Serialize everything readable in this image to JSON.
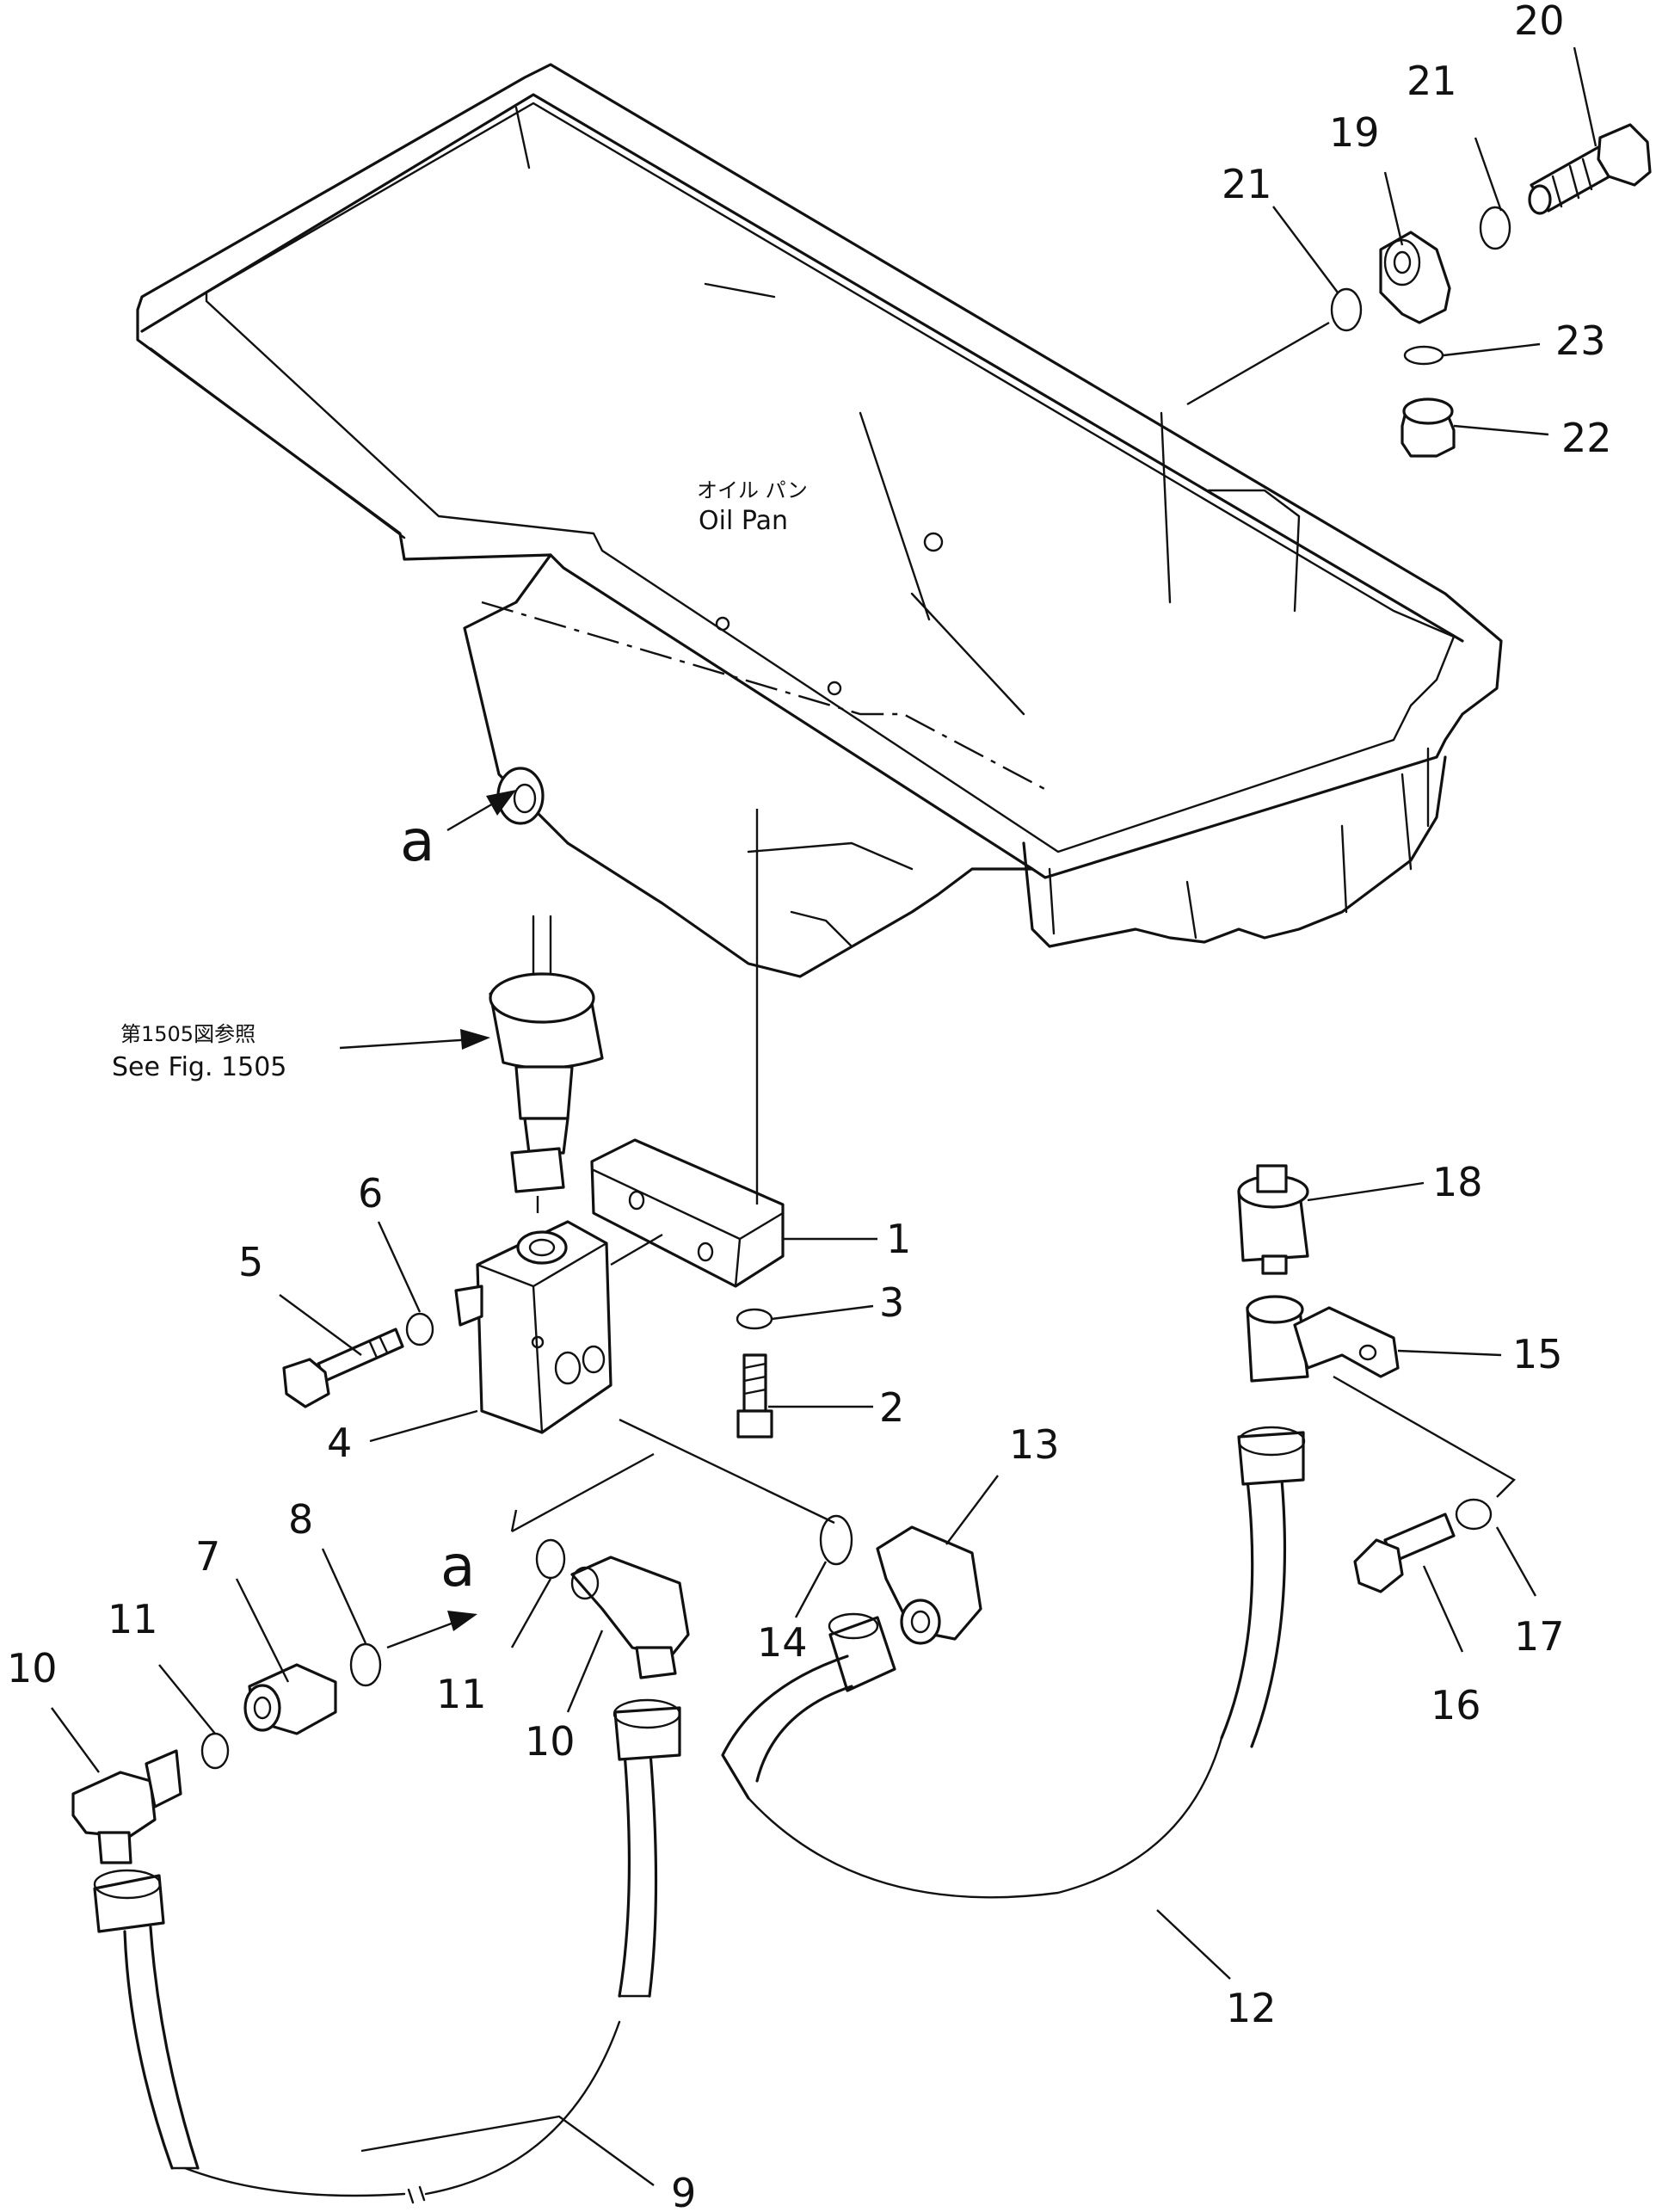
{
  "diagram": {
    "oil_pan_label_jp": "オイル パン",
    "oil_pan_label_en": "Oil Pan",
    "ref_label_jp": "第1505図参照",
    "ref_label_en": "See Fig. 1505",
    "detail_marker": "a",
    "part_numbers": [
      "1",
      "2",
      "3",
      "4",
      "5",
      "6",
      "7",
      "8",
      "9",
      "10",
      "11",
      "12",
      "13",
      "14",
      "15",
      "16",
      "17",
      "18",
      "19",
      "20",
      "21",
      "22",
      "23"
    ],
    "callouts": {
      "n1": "1",
      "n2": "2",
      "n3": "3",
      "n4": "4",
      "n5": "5",
      "n6": "6",
      "n7": "7",
      "n8": "8",
      "n9": "9",
      "n10a": "10",
      "n10b": "10",
      "n11a": "11",
      "n11b": "11",
      "n12": "12",
      "n13": "13",
      "n14": "14",
      "n15": "15",
      "n16": "16",
      "n17": "17",
      "n18": "18",
      "n19": "19",
      "n20": "20",
      "n21a": "21",
      "n21b": "21",
      "n22": "22",
      "n23": "23"
    }
  }
}
